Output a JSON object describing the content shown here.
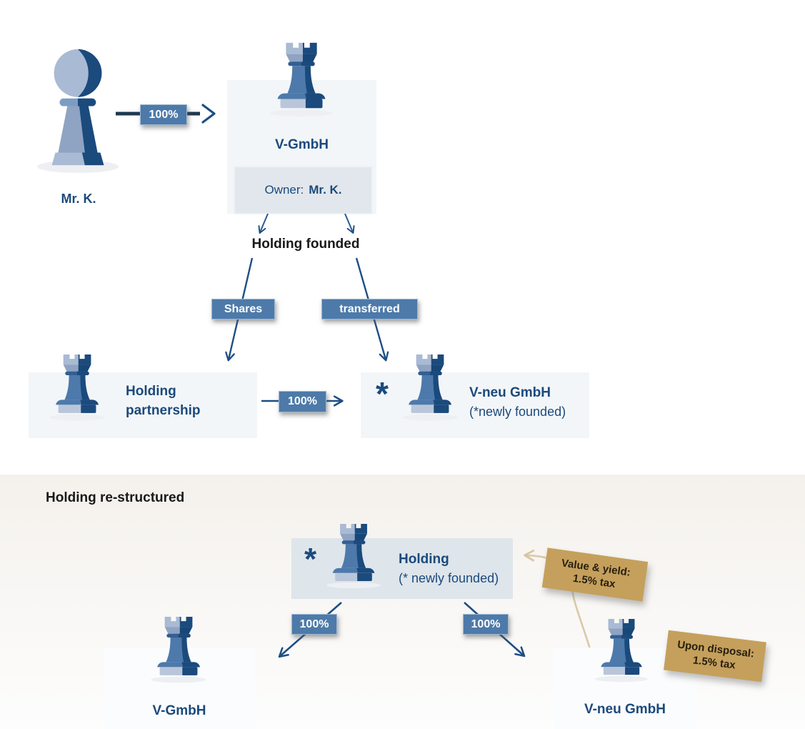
{
  "top": {
    "person_label": "Mr. K.",
    "ownership_pct": "100%",
    "company": {
      "name": "V-GmbH",
      "owner_prefix": "Owner:",
      "owner_name": "Mr. K."
    },
    "event_label": "Holding founded",
    "arrow_badge_left": "Shares",
    "arrow_badge_right": "transferred",
    "partnership": {
      "line1": "Holding",
      "line2": "partnership"
    },
    "transfer_pct": "100%",
    "v_neu": {
      "asterisk": "*",
      "name": "V-neu GmbH",
      "note": "(*newly founded)"
    }
  },
  "bottom": {
    "heading": "Holding re-structured",
    "holding": {
      "asterisk": "*",
      "name": "Holding",
      "note": "(* newly founded)"
    },
    "left_pct": "100%",
    "right_pct": "100%",
    "left_company": "V-GmbH",
    "right_company": "V-neu GmbH",
    "sticker_value_yield": {
      "line1": "Value & yield:",
      "line2": "1.5% tax"
    },
    "sticker_disposal": {
      "line1": "Upon disposal:",
      "line2": "1.5% tax"
    }
  },
  "palette": {
    "navy": "#1b4a7c",
    "steel_blue": "#4d79ab",
    "light_blue": "#a9bad4",
    "badge_bg": "#4d7aa9",
    "box_light": "#f3f6f8",
    "owner_box_bg": "#e1e7ec",
    "holding_box_bg": "#dee5eb",
    "section_bg": "#f4f1ec",
    "sticker_gold": "#c5a05c",
    "heading_text": "#191919"
  },
  "icons": {
    "pawn": "pawn-icon",
    "rook": "rook-icon"
  }
}
